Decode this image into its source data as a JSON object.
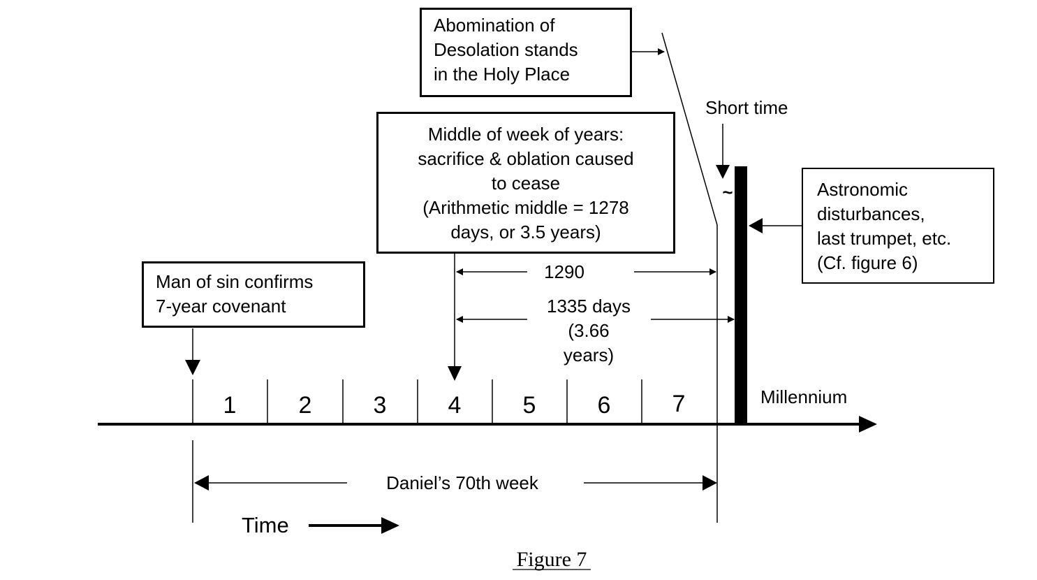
{
  "boxes": {
    "abomination": {
      "lines": [
        "Abomination of",
        "Desolation stands",
        "in the Holy Place"
      ]
    },
    "middle": {
      "lines": [
        "Middle of week of years:",
        "sacrifice & oblation caused",
        "to cease",
        "(Arithmetic middle = 1278",
        "days, or 3.5 years)"
      ]
    },
    "man_of_sin": {
      "lines": [
        "Man of sin confirms",
        "7-year covenant"
      ]
    },
    "astronomic": {
      "lines": [
        "Astronomic",
        "disturbances,",
        "last trumpet, etc.",
        "(Cf. figure 6)"
      ]
    }
  },
  "labels": {
    "short_time": "Short time",
    "tilde": "~",
    "span_1290": "1290",
    "span_1335": [
      "1335 days",
      "(3.66",
      "years)"
    ],
    "millennium": "Millennium",
    "daniel": "Daniel’s 70th week",
    "time": "Time",
    "caption": "Figure 7"
  },
  "years": [
    "1",
    "2",
    "3",
    "4",
    "5",
    "6",
    "7"
  ]
}
